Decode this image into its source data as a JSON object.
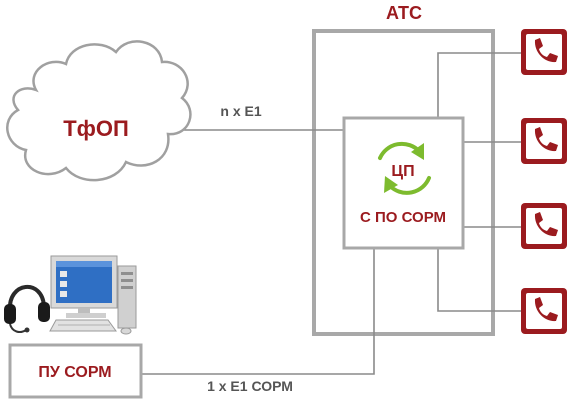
{
  "ats": {
    "title": "АТС"
  },
  "cloud": {
    "label": "ТфОП"
  },
  "links": {
    "trunk": "n x E1",
    "sorm": "1 x E1 СОРМ"
  },
  "cpu": {
    "label": "ЦП",
    "sublabel": "С ПО СОРМ",
    "icon": "refresh-arrows-icon"
  },
  "control_panel": {
    "label": "ПУ СОРМ"
  },
  "workstation": {
    "icons": [
      "headset-icon",
      "desktop-computer-icon"
    ]
  },
  "phones": {
    "icon": "phone-handset-icon",
    "count": 4
  },
  "colors": {
    "accent": "#9b1b1f",
    "frame": "#a8a8a8",
    "line": "#888888",
    "arrow": "#7dbb2e"
  }
}
